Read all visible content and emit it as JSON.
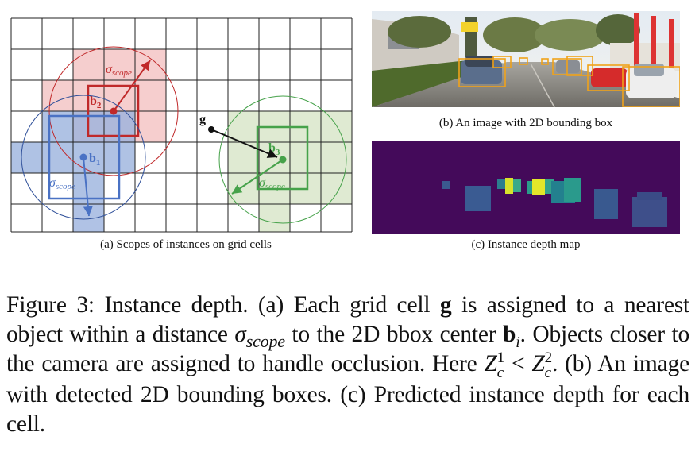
{
  "panel_a": {
    "caption": "(a) Scopes of instances on grid cells",
    "labels": {
      "g": "g",
      "b1": "b",
      "b1_sub": "1",
      "b2": "b",
      "b2_sub": "2",
      "b3": "b",
      "b3_sub": "3",
      "sigma": "σ",
      "scope": "scope"
    },
    "colors": {
      "red": "#c0292a",
      "blue": "#4a72c4",
      "green": "#46a24a",
      "grid": "#222222"
    }
  },
  "panel_b": {
    "caption": "(b) An image with 2D bounding box"
  },
  "panel_c": {
    "caption": "(c) Instance depth map"
  },
  "figure_caption": {
    "lead": "Figure 3: Instance depth. (a) Each grid cell ",
    "g": "g",
    "mid1": " is assigned to a nearest object within a distance ",
    "sigma": "σ",
    "scope": "scope",
    "mid2": " to the 2D bbox center ",
    "b": "b",
    "b_sub": "i",
    "mid3": ". Objects closer to the camera are assigned to handle occlusion. Here ",
    "z": "Z",
    "z1_sup": "1",
    "z_sub": "c",
    "lt": " < ",
    "z2_sup": "2",
    "tail": ". (b) An image with detected 2D bounding boxes. (c) Predicted instance depth for each cell."
  }
}
